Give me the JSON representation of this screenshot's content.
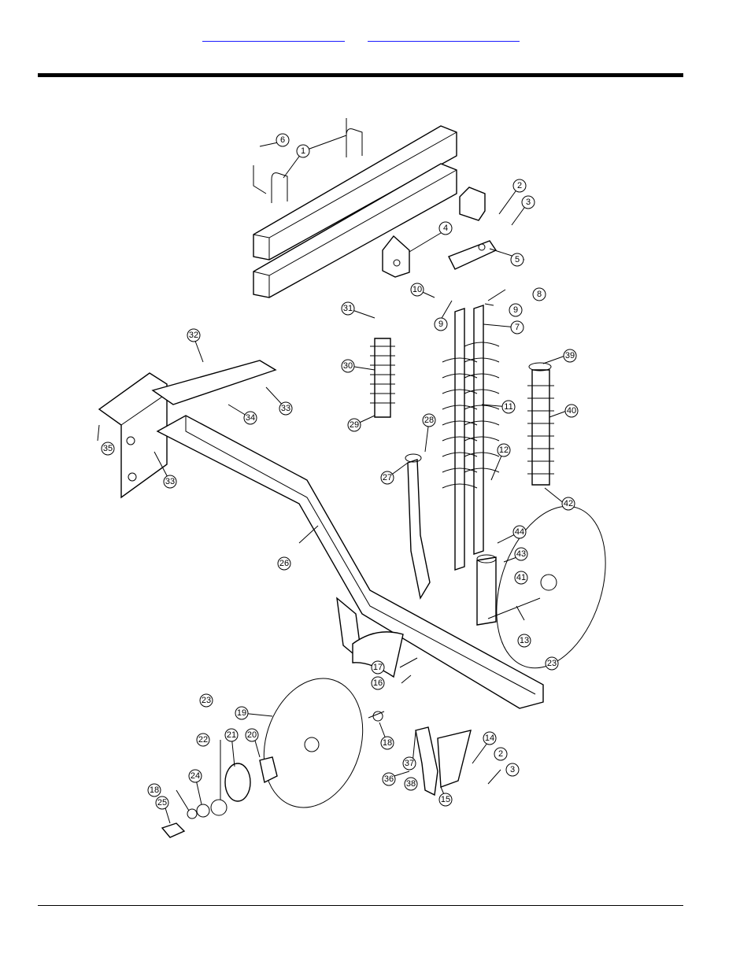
{
  "header": {
    "links": [
      {
        "label": ""
      },
      {
        "label": ""
      }
    ]
  },
  "diagram": {
    "callouts": [
      {
        "label": "1"
      },
      {
        "label": "2"
      },
      {
        "label": "3"
      },
      {
        "label": "4"
      },
      {
        "label": "5"
      },
      {
        "label": "6"
      },
      {
        "label": "7"
      },
      {
        "label": "8"
      },
      {
        "label": "9"
      },
      {
        "label": "9"
      },
      {
        "label": "10"
      },
      {
        "label": "11"
      },
      {
        "label": "12"
      },
      {
        "label": "13"
      },
      {
        "label": "14"
      },
      {
        "label": "2"
      },
      {
        "label": "3"
      },
      {
        "label": "15"
      },
      {
        "label": "16"
      },
      {
        "label": "17"
      },
      {
        "label": "18"
      },
      {
        "label": "18"
      },
      {
        "label": "19"
      },
      {
        "label": "20"
      },
      {
        "label": "21"
      },
      {
        "label": "22"
      },
      {
        "label": "23"
      },
      {
        "label": "23"
      },
      {
        "label": "24"
      },
      {
        "label": "25"
      },
      {
        "label": "26"
      },
      {
        "label": "27"
      },
      {
        "label": "28"
      },
      {
        "label": "29"
      },
      {
        "label": "30"
      },
      {
        "label": "31"
      },
      {
        "label": "32"
      },
      {
        "label": "33"
      },
      {
        "label": "33"
      },
      {
        "label": "34"
      },
      {
        "label": "35"
      },
      {
        "label": "36"
      },
      {
        "label": "37"
      },
      {
        "label": "38"
      },
      {
        "label": "39"
      },
      {
        "label": "40"
      },
      {
        "label": "41"
      },
      {
        "label": "42"
      },
      {
        "label": "43"
      },
      {
        "label": "44"
      }
    ]
  }
}
